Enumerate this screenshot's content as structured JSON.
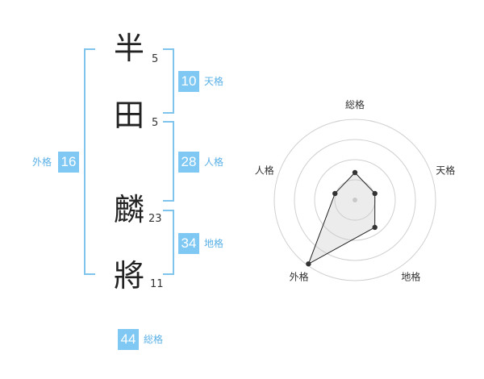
{
  "name": {
    "characters": [
      {
        "char": "半",
        "strokes": "5"
      },
      {
        "char": "田",
        "strokes": "5"
      },
      {
        "char": "麟",
        "strokes": "23"
      },
      {
        "char": "將",
        "strokes": "11"
      }
    ]
  },
  "fortunes": {
    "tenkaku": {
      "value": "10",
      "label": "天格"
    },
    "jinkaku": {
      "value": "28",
      "label": "人格"
    },
    "chikaku": {
      "value": "34",
      "label": "地格"
    },
    "gaikaku": {
      "value": "16",
      "label": "外格"
    },
    "soukaku": {
      "value": "44",
      "label": "総格"
    }
  },
  "colors": {
    "accent": "#7ec8f3",
    "bracket": "#7fc4ec",
    "label": "#5ab0e6"
  },
  "chart_data": {
    "type": "radar",
    "axes": [
      "総格",
      "天格",
      "地格",
      "外格",
      "人格"
    ],
    "values": [
      1.7,
      1.3,
      2.1,
      4.9,
      1.3
    ],
    "rmax": 5,
    "rings": 4,
    "grid": true
  }
}
